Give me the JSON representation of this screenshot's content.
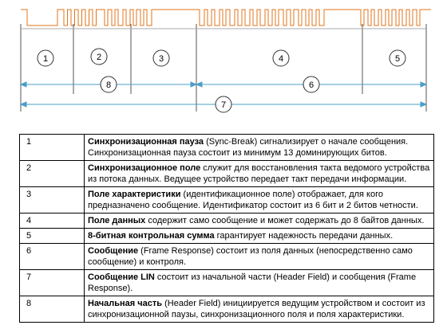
{
  "diagram": {
    "region_labels": [
      "1",
      "2",
      "3",
      "4",
      "5"
    ],
    "span_labels": {
      "header": "8",
      "response": "6",
      "message": "7"
    }
  },
  "legend": [
    {
      "num": "1",
      "lead": "Синхронизационная пауза",
      "text": " (Sync-Break) сигнализирует о начале сообщения. Синхронизационная пауза состоит из минимум 13 доминирующих битов."
    },
    {
      "num": "2",
      "lead": "Синхронизационное поле",
      "text": " служит для восстановления такта ведомого устройства из потока данных. Ведущее устройство передает такт передачи информации."
    },
    {
      "num": "3",
      "lead": "Поле характеристики",
      "text": " (идентификационное поле) отображает, для кого предназначено сообщение. Идентификатор состоит из 6 бит и 2 битов четности."
    },
    {
      "num": "4",
      "lead": "Поле данных",
      "text": " содержит само сообщение и может содержать до 8 байтов данных."
    },
    {
      "num": "5",
      "lead": "8-битная контрольная сумма",
      "text": " гарантирует надежность передачи данных."
    },
    {
      "num": "6",
      "lead": "Сообщение",
      "text": " (Frame Response) состоит из поля данных (непосредственно само сообщение) и контроля."
    },
    {
      "num": "7",
      "lead": "Сообщение LIN",
      "text": " состоит из начальной части (Header Field) и сообщения (Frame Response)."
    },
    {
      "num": "8",
      "lead": "Начальная часть",
      "text": " (Header Field) инициируется ведущим устройством и состоит из синхронизационной паузы, синхронизационного поля и поля характеристики."
    }
  ]
}
